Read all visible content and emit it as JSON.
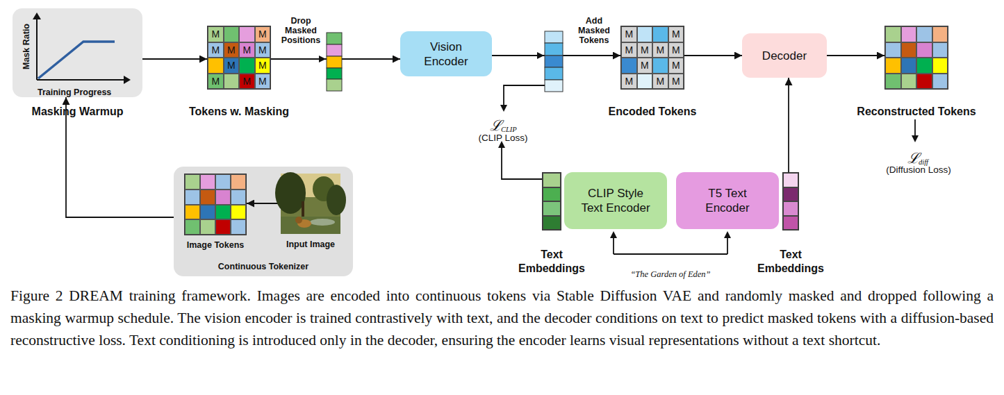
{
  "diagram": {
    "caption": "Figure 2 DREAM training framework. Images are encoded into continuous tokens via Stable Diffusion VAE and randomly masked and dropped following a masking warmup schedule. The vision encoder is trained contrastively with text, and the decoder conditions on text to predict masked tokens with a diffusion-based reconstructive loss. Text conditioning is introduced only in the decoder, ensuring the encoder learns visual representations without a text shortcut.",
    "nodes": [
      {
        "text": [
          "Mask Ratio",
          "Training Progress",
          "Masking Warmup"
        ]
      },
      {
        "text": [
          "M",
          "M",
          "M",
          "M",
          "M",
          "M",
          "M",
          "M",
          "M",
          "M",
          "M",
          "Tokens w. Masking"
        ]
      },
      {
        "text": [
          "Vision Encoder"
        ]
      },
      {
        "text": [
          "M",
          "M",
          "M",
          "M",
          "M",
          "M",
          "M",
          "M",
          "M",
          "M",
          "M",
          "Encoded Tokens"
        ]
      },
      {
        "text": [
          "Decoder"
        ]
      },
      {
        "text": [
          "Reconstructed Tokens"
        ]
      },
      {
        "text": [
          "Text Embeddings"
        ]
      },
      {
        "text": [
          "CLIP Style Text Encoder"
        ]
      },
      {
        "text": [
          "T5 Text Encoder"
        ]
      },
      {
        "text": [
          "Text Embeddings"
        ]
      },
      {
        "text": [
          "Continuous Tokenizer"
        ]
      },
      {
        "text": [
          "Image Tokens"
        ],
        "in": 10
      },
      {
        "text": [
          "Input Image"
        ],
        "in": 10
      }
    ],
    "edges": [
      {
        "from": 0,
        "to": 1,
        "arrow": "to"
      },
      {
        "from": 1,
        "to": 2,
        "label": "Drop Masked Positions",
        "arrow": "to"
      },
      {
        "from": 2,
        "to": 3,
        "label": "Add Masked Tokens",
        "arrow": "to"
      },
      {
        "from": 3,
        "to": 4,
        "arrow": "to"
      },
      {
        "from": 4,
        "to": 5,
        "arrow": "to"
      },
      {
        "from": 9,
        "to": 4,
        "arrow": "to"
      },
      {
        "from": 12,
        "to": 11,
        "arrow": "to"
      },
      {
        "from": 10,
        "to": 0,
        "arrow": "to"
      }
    ],
    "labels": [
      "ℒ",
      "CLIP",
      "(CLIP Loss)",
      "ℒ",
      "diff",
      "(Diffusion Loss)",
      "“The Garden of Eden”"
    ]
  }
}
